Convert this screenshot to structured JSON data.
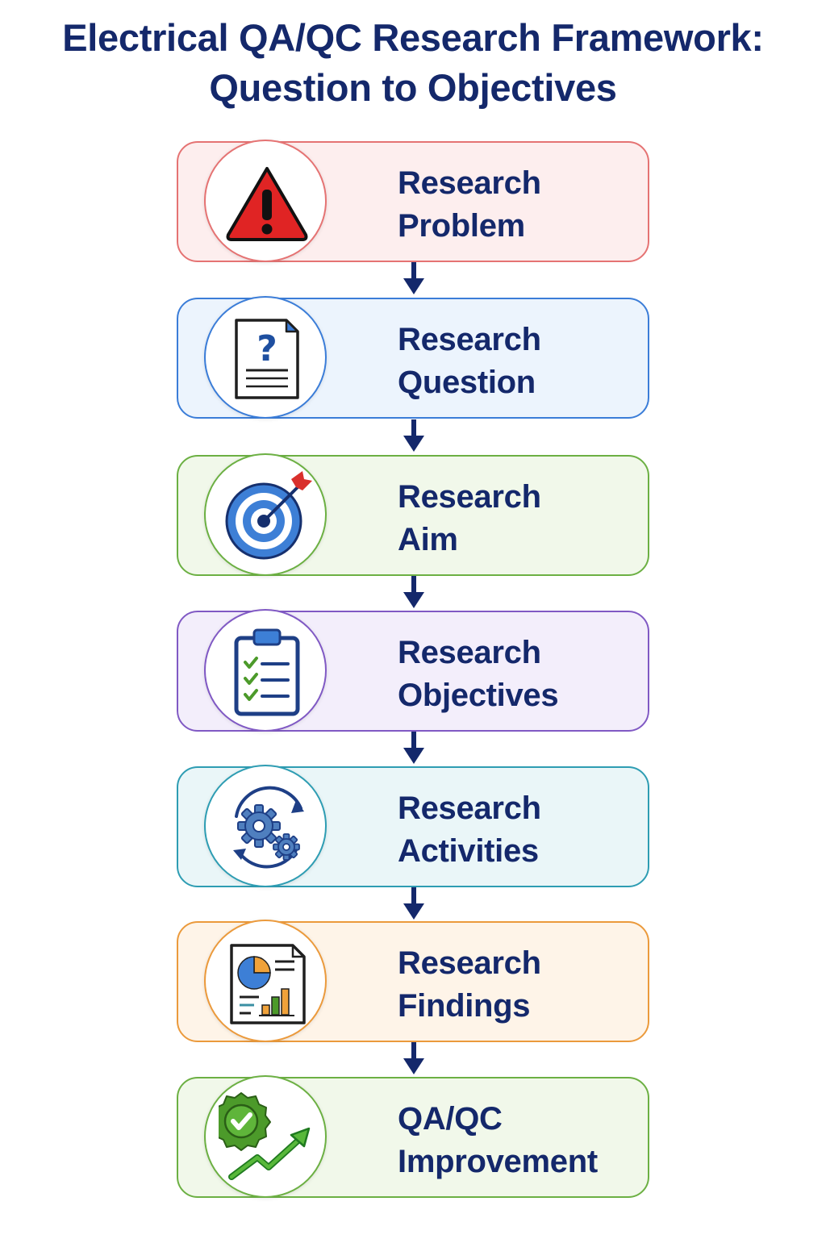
{
  "title": {
    "line1": "Electrical QA/QC Research Framework:",
    "line2": "Question to Objectives"
  },
  "steps": [
    {
      "line1": "Research",
      "line2": "Problem",
      "icon": "warning-icon",
      "border": "#e57373",
      "fill": "#fdeeee"
    },
    {
      "line1": "Research",
      "line2": "Question",
      "icon": "question-document-icon",
      "border": "#3b7dd8",
      "fill": "#ecf4fd"
    },
    {
      "line1": "Research",
      "line2": "Aim",
      "icon": "target-icon",
      "border": "#6cb043",
      "fill": "#f1f8ea"
    },
    {
      "line1": "Research",
      "line2": "Objectives",
      "icon": "checklist-clipboard-icon",
      "border": "#8059c4",
      "fill": "#f3eefb"
    },
    {
      "line1": "Research",
      "line2": "Activities",
      "icon": "gears-cycle-icon",
      "border": "#2e9db3",
      "fill": "#eaf6f8"
    },
    {
      "line1": "Research",
      "line2": "Findings",
      "icon": "report-chart-icon",
      "border": "#eb9a3c",
      "fill": "#fef4e8"
    },
    {
      "line1": "QA/QC",
      "line2": "Improvement",
      "icon": "approval-growth-icon",
      "border": "#6cb043",
      "fill": "#f1f8ea"
    }
  ],
  "colors": {
    "text": "#14286b",
    "arrow": "#14286b"
  }
}
